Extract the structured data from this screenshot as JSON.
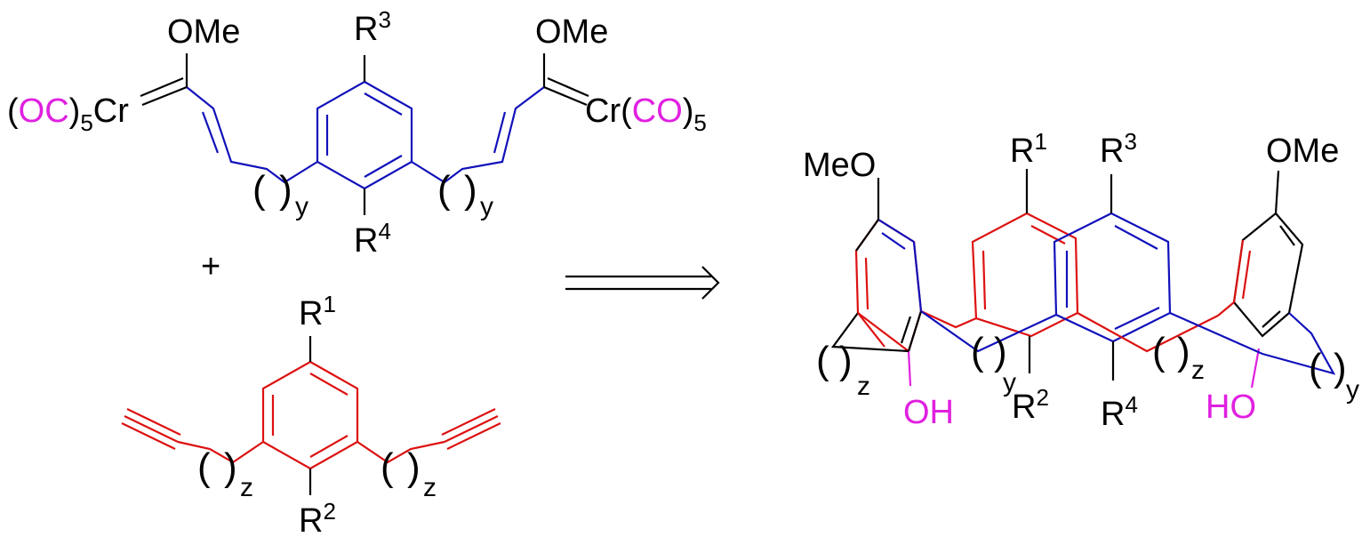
{
  "colors": {
    "black": "#000000",
    "red": "#dd1111",
    "blue": "#1111bb",
    "magenta": "#e020e0"
  },
  "reactant_top": {
    "ome_left": "OMe",
    "ome_right": "OMe",
    "cr_left": {
      "open": "(",
      "co": "OC",
      "close": ")",
      "sub": "5",
      "metal": "Cr"
    },
    "cr_right": {
      "metal": "Cr(",
      "co": "CO",
      "close": ")",
      "sub": "5"
    },
    "r3": {
      "letter": "R",
      "sup": "3"
    },
    "r4": {
      "letter": "R",
      "sup": "4"
    },
    "index_left": "y",
    "index_right": "y"
  },
  "plus": "+",
  "reactant_bottom": {
    "r1": {
      "letter": "R",
      "sup": "1"
    },
    "r2": {
      "letter": "R",
      "sup": "2"
    },
    "index_left": "z",
    "index_right": "z"
  },
  "arrow": {
    "symbol": "⟹"
  },
  "product": {
    "meo": "MeO",
    "ome": "OMe",
    "r1": {
      "letter": "R",
      "sup": "1"
    },
    "r2": {
      "letter": "R",
      "sup": "2"
    },
    "r3": {
      "letter": "R",
      "sup": "3"
    },
    "r4": {
      "letter": "R",
      "sup": "4"
    },
    "oh": "OH",
    "ho": "HO",
    "index_z_left": "z",
    "index_y_mid": "y",
    "index_z_mid": "z",
    "index_y_right": "y"
  }
}
